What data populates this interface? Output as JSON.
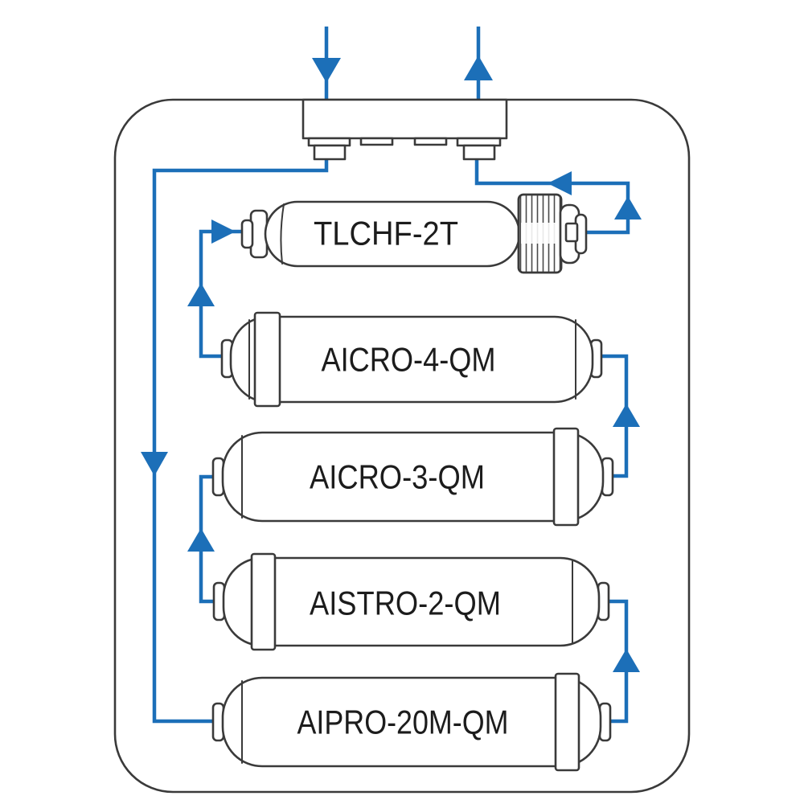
{
  "colors": {
    "pipe": "#1c6fb8",
    "outline": "#3a3a3a",
    "label": "#1c1c1c",
    "background": "#ffffff"
  },
  "filters": [
    {
      "label": "TLCHF-2T"
    },
    {
      "label": "AICRO-4-QM"
    },
    {
      "label": "AICRO-3-QM"
    },
    {
      "label": "AISTRO-2-QM"
    },
    {
      "label": "AIPRO-20M-QM"
    }
  ],
  "arrows": {
    "inlet": "arrow-down-icon",
    "outlet": "arrow-up-icon",
    "flow": "arrow-up-icon"
  }
}
